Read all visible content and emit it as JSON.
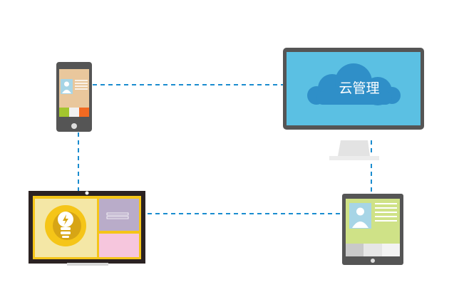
{
  "cloud": {
    "label": "云管理"
  },
  "colors": {
    "connector": "#1a8ccf",
    "device_frame": "#555555",
    "monitor_screen": "#5bc0e3",
    "cloud": "#2f8fc8",
    "phone_screen": "#e9c79c",
    "tablet_screen": "#cfe287",
    "tv_panel": "#f4e7a6",
    "tv_border": "#f5c518",
    "tv_purple": "#b9acc9",
    "tv_pink": "#f6c6dd"
  },
  "devices": [
    "cloud-monitor",
    "smartphone",
    "smart-tv",
    "tablet"
  ]
}
